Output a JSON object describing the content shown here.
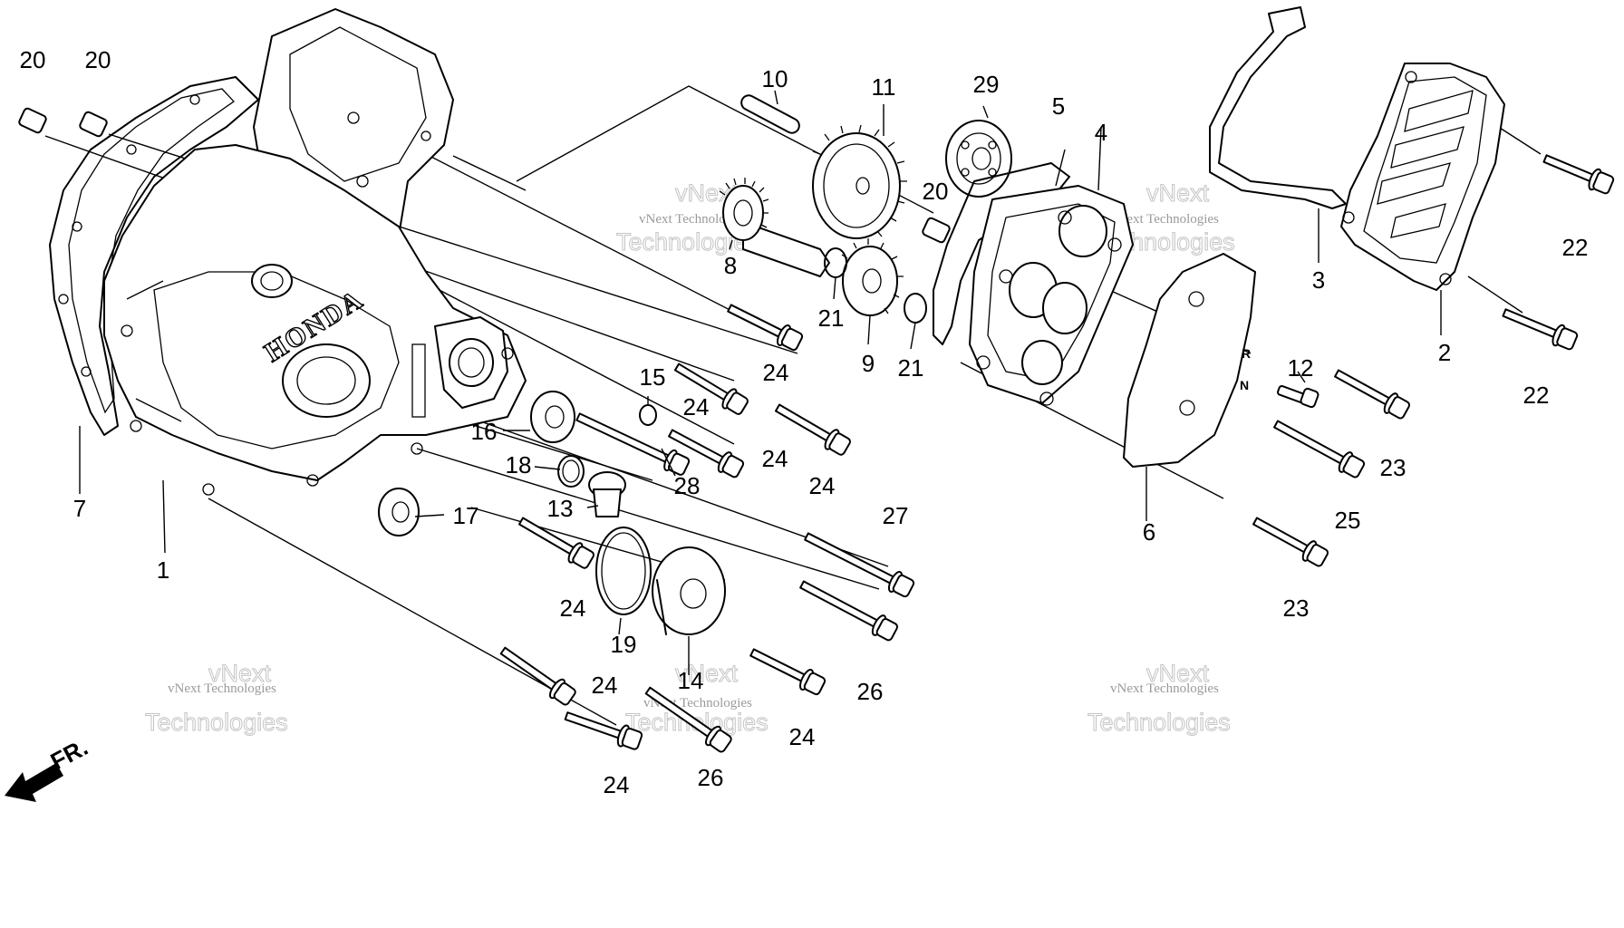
{
  "brand": "HONDA",
  "direction_label": "FR.",
  "watermark": {
    "line1": "vNext Technologies",
    "line2": "Technologies",
    "line3": "vNext"
  },
  "labels": {
    "p1": "1",
    "p2": "2",
    "p3": "3",
    "p4": "4",
    "p5": "5",
    "p6": "6",
    "p7": "7",
    "p8": "8",
    "p9": "9",
    "p10": "10",
    "p11": "11",
    "p12": "12",
    "p13": "13",
    "p14": "14",
    "p15": "15",
    "p16": "16",
    "p17": "17",
    "p18": "18",
    "p19": "19",
    "p20": "20",
    "p21": "21",
    "p22": "22",
    "p23": "23",
    "p24": "24",
    "p25": "25",
    "p26": "26",
    "p27": "27",
    "p28": "28",
    "p29": "29"
  }
}
